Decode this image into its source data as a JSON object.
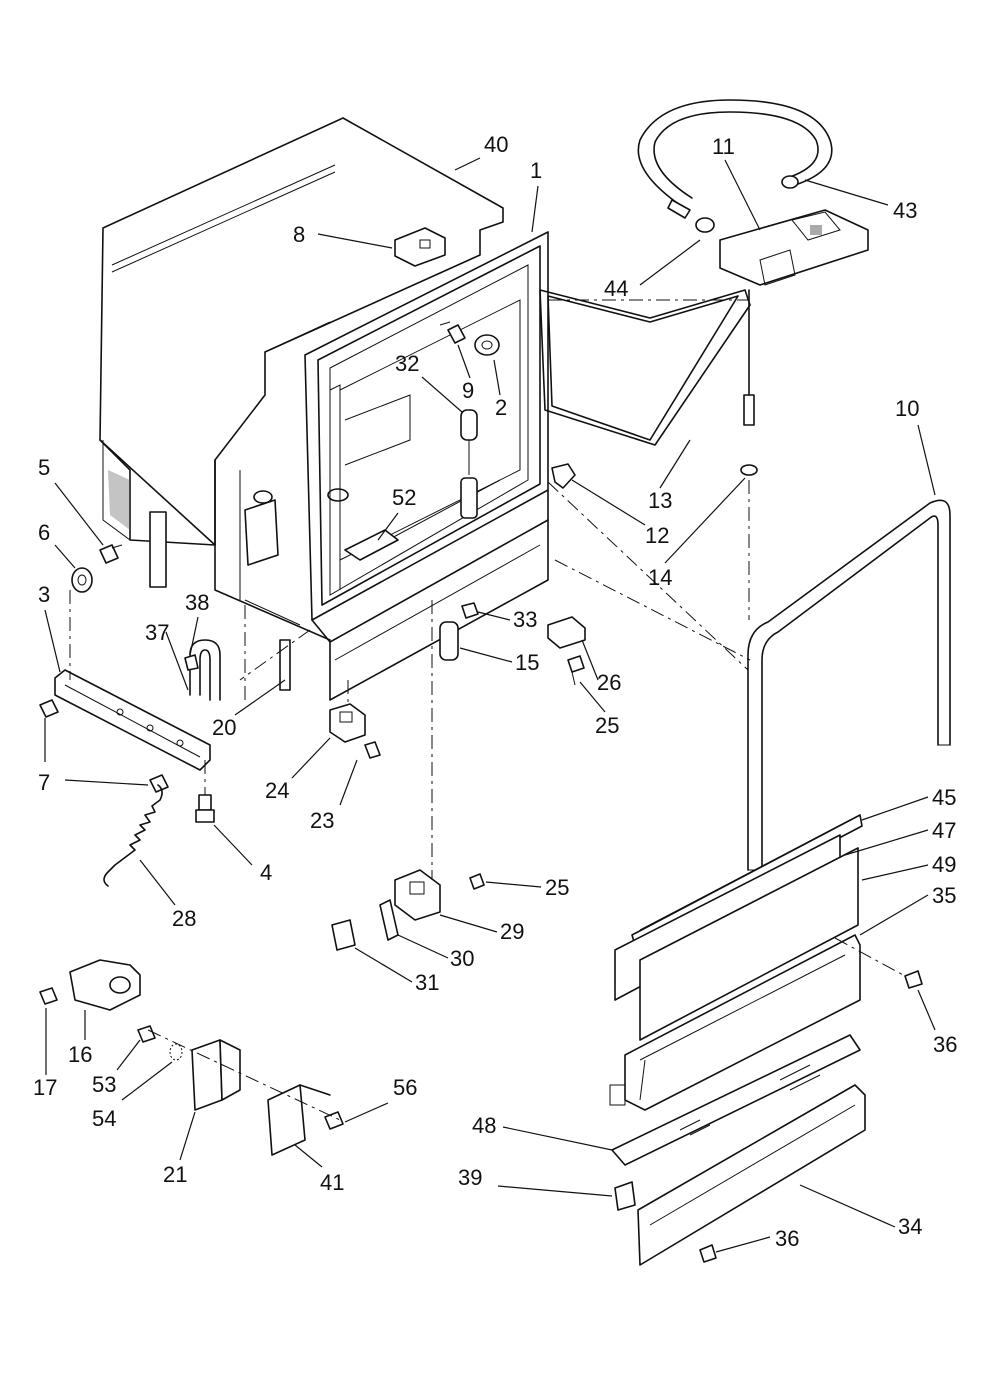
{
  "diagram": {
    "callouts": [
      "1",
      "2",
      "3",
      "4",
      "5",
      "6",
      "7",
      "8",
      "9",
      "10",
      "11",
      "12",
      "13",
      "14",
      "15",
      "16",
      "17",
      "20",
      "21",
      "23",
      "24",
      "25",
      "25",
      "26",
      "28",
      "29",
      "30",
      "31",
      "32",
      "33",
      "34",
      "35",
      "36",
      "36",
      "37",
      "38",
      "39",
      "40",
      "41",
      "43",
      "44",
      "45",
      "47",
      "48",
      "49",
      "52",
      "53",
      "54",
      "56"
    ]
  }
}
